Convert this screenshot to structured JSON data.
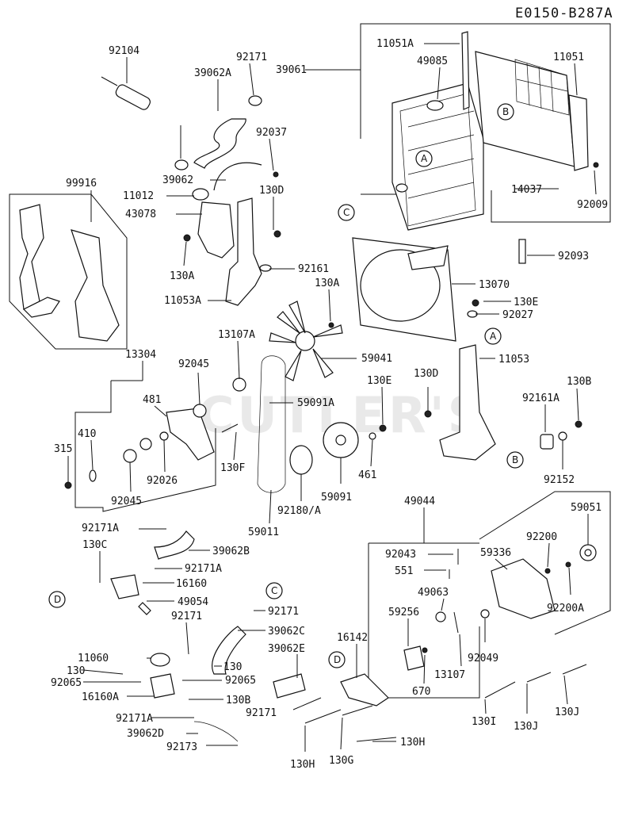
{
  "diagram": {
    "code": "E0150-B287A",
    "watermark": "CUTLER'S"
  },
  "callouts": {
    "A": "A",
    "B": "B",
    "C": "C",
    "D": "D"
  },
  "parts": [
    "92104",
    "92171",
    "39062A",
    "39061",
    "11051A",
    "49085",
    "11051",
    "92037",
    "39062",
    "11012",
    "43078",
    "130D",
    "99916",
    "130A",
    "92161",
    "11053A",
    "130A",
    "13070",
    "130E",
    "92027",
    "14037",
    "92009",
    "92093",
    "13304",
    "13107A",
    "59041",
    "11053",
    "92045",
    "481",
    "59091A",
    "130E",
    "130D",
    "130B",
    "92161A",
    "410",
    "315",
    "130F",
    "92026",
    "92045",
    "461",
    "59091",
    "92152",
    "92180/A",
    "59011",
    "49044",
    "59051",
    "92171A",
    "39062B",
    "130C",
    "92171A",
    "92043",
    "92200",
    "59336",
    "16160",
    "551",
    "49054",
    "92171",
    "49063",
    "92200A",
    "92171",
    "39062C",
    "59256",
    "92049",
    "16142",
    "11060",
    "39062E",
    "130",
    "130",
    "92065",
    "92065",
    "16160A",
    "130B",
    "670",
    "13107",
    "92171",
    "92171A",
    "39062D",
    "130H",
    "130G",
    "130H",
    "130I",
    "130J",
    "130J",
    "92173"
  ]
}
